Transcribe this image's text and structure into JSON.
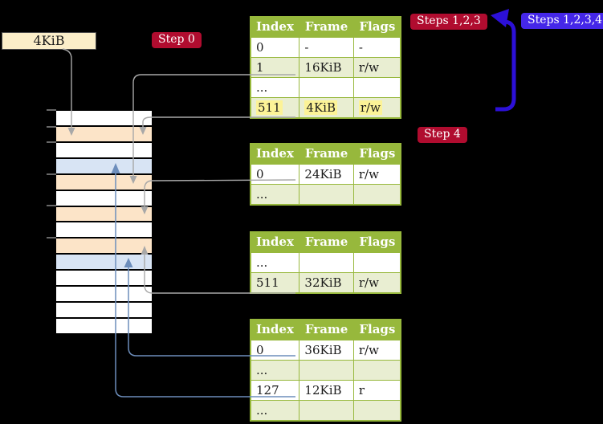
{
  "colors": {
    "canvas_bg": "#000000",
    "table_header_green": "#97b83c",
    "row_shaded_green": "#e9eed2",
    "highlight_yellow": "#fcf397",
    "memory_wheat": "#fce4c8",
    "memory_blue": "#d8e4f4",
    "frame_box_wheat": "#fbeec9",
    "badge_crimson": "#b00c2f",
    "badge_blue": "#4527e8",
    "big_arrow_blue": "#2c10d8",
    "connector_gray": "#a8a8a8",
    "connector_blue": "#6d8ebc",
    "tick_gray": "#8a8a8a"
  },
  "frame_box": {
    "label": "4KiB"
  },
  "badges": {
    "step0": {
      "label": "Step 0"
    },
    "steps123": {
      "label": "Steps 1,2,3"
    },
    "steps1234": {
      "label": "Steps 1,2,3,4"
    },
    "step4": {
      "label": "Step 4"
    }
  },
  "page_tables": [
    {
      "headers": [
        "Index",
        "Frame",
        "Flags"
      ],
      "rows": [
        {
          "index": "0",
          "frame": "-",
          "flags": "-"
        },
        {
          "index": "1",
          "frame": "16KiB",
          "flags": "r/w"
        },
        {
          "index": "...",
          "frame": "",
          "flags": ""
        },
        {
          "index": "511",
          "frame": "4KiB",
          "flags": "r/w"
        }
      ]
    },
    {
      "headers": [
        "Index",
        "Frame",
        "Flags"
      ],
      "rows": [
        {
          "index": "0",
          "frame": "24KiB",
          "flags": "r/w"
        },
        {
          "index": "...",
          "frame": "",
          "flags": ""
        }
      ]
    },
    {
      "headers": [
        "Index",
        "Frame",
        "Flags"
      ],
      "rows": [
        {
          "index": "...",
          "frame": "",
          "flags": ""
        },
        {
          "index": "511",
          "frame": "32KiB",
          "flags": "r/w"
        }
      ]
    },
    {
      "headers": [
        "Index",
        "Frame",
        "Flags"
      ],
      "rows": [
        {
          "index": "0",
          "frame": "36KiB",
          "flags": "r/w"
        },
        {
          "index": "...",
          "frame": "",
          "flags": ""
        },
        {
          "index": "127",
          "frame": "12KiB",
          "flags": "r"
        },
        {
          "index": "...",
          "frame": "",
          "flags": ""
        }
      ]
    }
  ],
  "memory_strip": {
    "rows": [
      "white",
      "wheat",
      "white",
      "blue",
      "wheat",
      "white",
      "wheat",
      "white",
      "wheat",
      "blue",
      "white",
      "white",
      "white",
      "white"
    ]
  },
  "connections": [
    {
      "from": "frame-box-4KiB",
      "to": "memory-row-2 (4KiB)",
      "style": "gray-arrow-down"
    },
    {
      "from": "table1-index-1",
      "to": "memory-row-5 (16KiB)",
      "style": "gray-arrow-down"
    },
    {
      "from": "table1-index-511",
      "to": "memory-row-2 (4KiB)",
      "style": "gray-arrow-down"
    },
    {
      "from": "table2-index-0",
      "to": "memory-row-7 (24KiB)",
      "style": "gray-arrow-down"
    },
    {
      "from": "table3-index-511",
      "to": "memory-row-9 (32KiB)",
      "style": "gray-arrow-up"
    },
    {
      "from": "table4-index-0",
      "to": "memory-row-10 (36KiB)",
      "style": "blue-arrow-up"
    },
    {
      "from": "table4-index-127",
      "to": "memory-row-4 (12KiB)",
      "style": "blue-arrow-up"
    },
    {
      "from": "table1-row-511-right",
      "to": "table1-top",
      "style": "thick-blue-loop-arrow"
    }
  ]
}
